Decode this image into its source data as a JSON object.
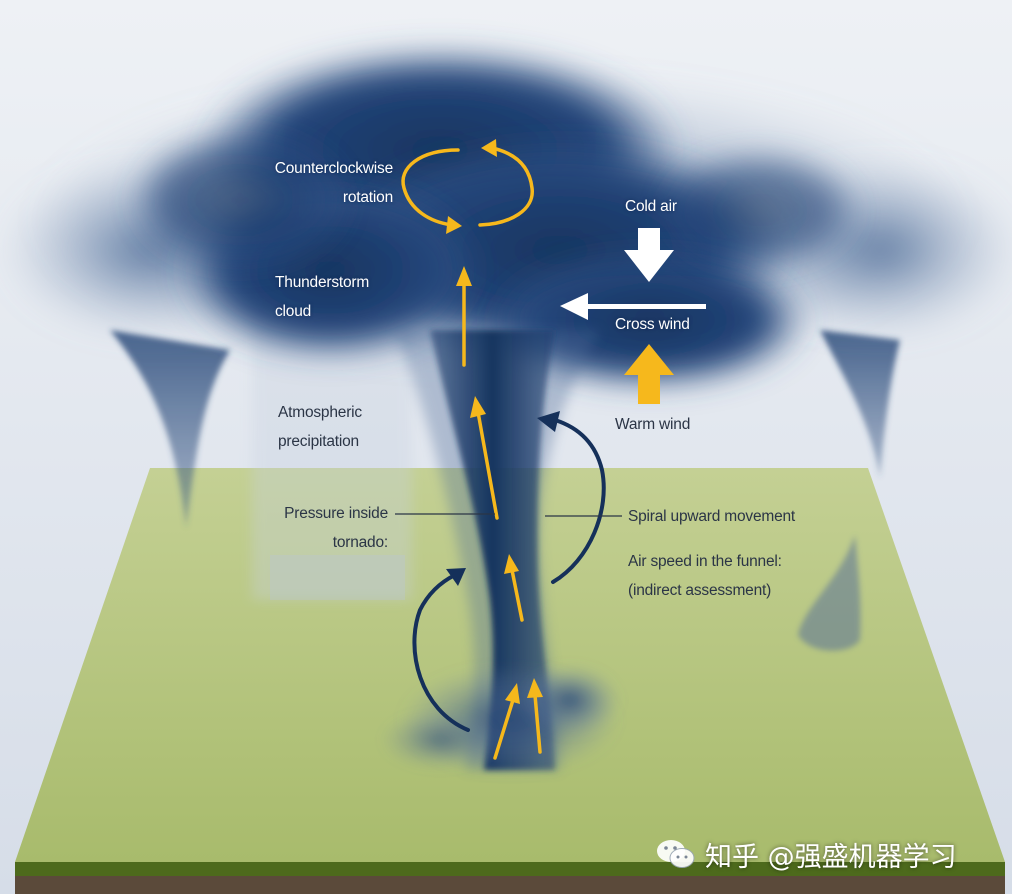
{
  "labels": {
    "counterclockwise_rotation": [
      "Counterclockwise",
      "rotation"
    ],
    "thunderstorm_cloud": [
      "Thunderstorm",
      "cloud"
    ],
    "atmospheric_precipitation": [
      "Atmospheric",
      "precipitation"
    ],
    "pressure_inside_tornado": [
      "Pressure inside",
      "tornado:"
    ],
    "cold_air": "Cold air",
    "cross_wind": "Cross wind",
    "warm_wind": "Warm wind",
    "spiral_upward_movement": "Spiral upward movement",
    "air_speed_in_funnel": [
      "Air speed in the funnel:",
      "(indirect assessment)"
    ]
  },
  "watermark": {
    "icon": "wechat-icon",
    "text": "知乎 @强盛机器学习"
  },
  "colors": {
    "cloud_dark": "#1c3a66",
    "ground": "#c3d08e",
    "ground_edge": "#4d6a1c",
    "arrow_yellow": "#f6b81c",
    "arrow_navy": "#15305a",
    "arrow_white": "#ffffff"
  }
}
